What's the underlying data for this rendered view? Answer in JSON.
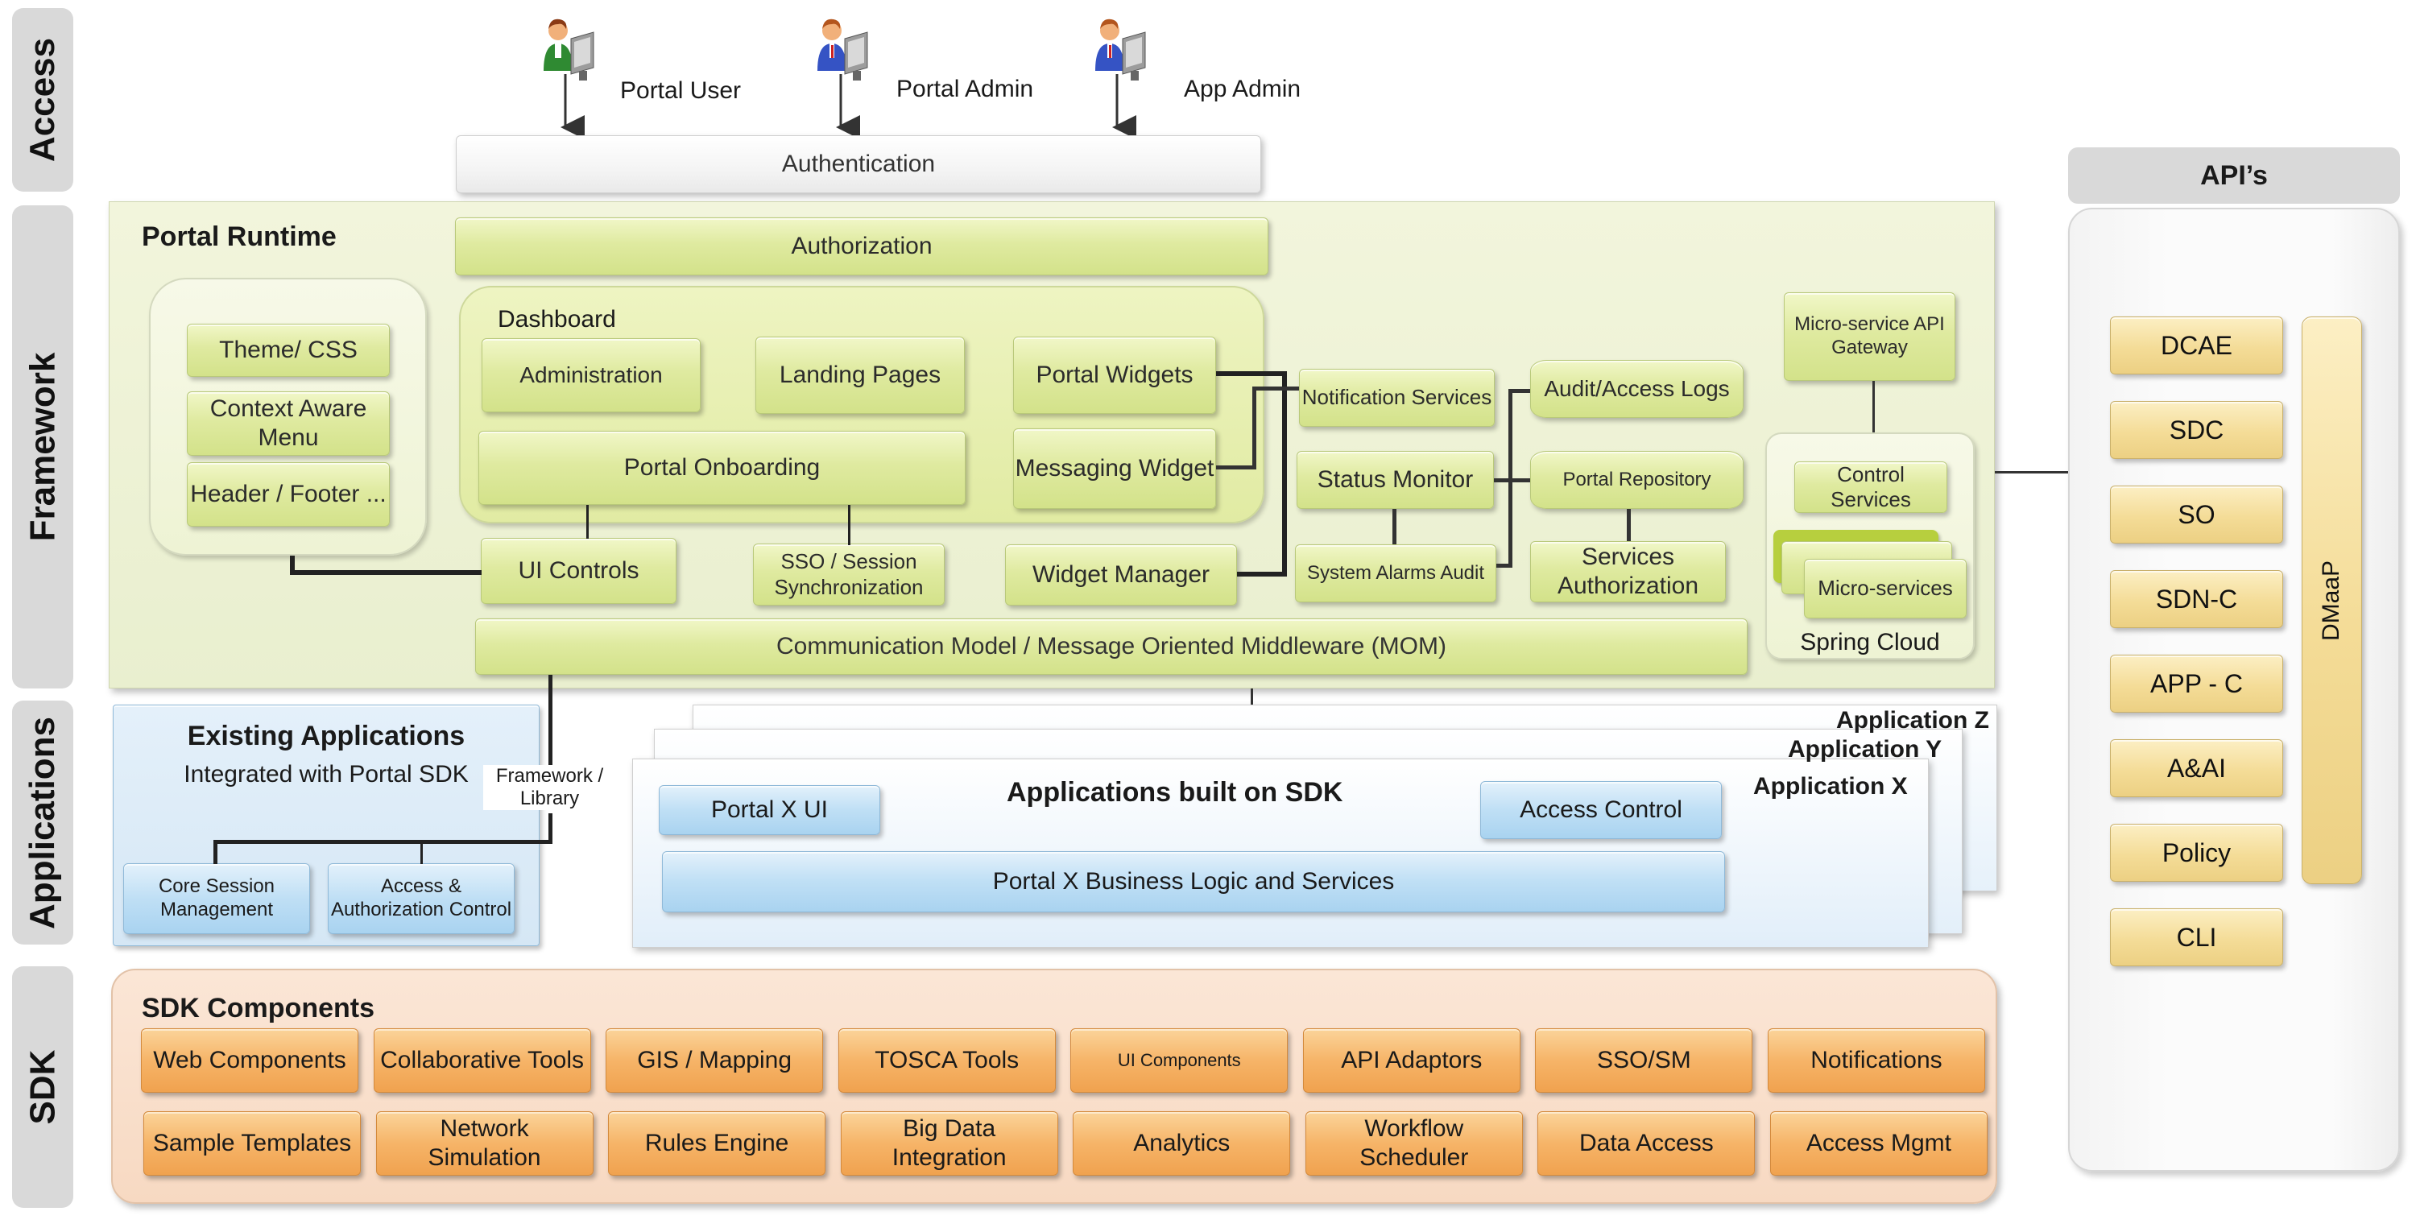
{
  "side_labels": {
    "access": "Access",
    "framework": "Framework",
    "applications": "Applications",
    "sdk": "SDK"
  },
  "access": {
    "users": [
      {
        "label": "Portal User",
        "icon": "user-green-computer-icon"
      },
      {
        "label": "Portal Admin",
        "icon": "user-blue-computer-icon"
      },
      {
        "label": "App Admin",
        "icon": "user-blue-computer-icon"
      }
    ],
    "authentication": "Authentication"
  },
  "framework": {
    "title": "Portal Runtime",
    "authorization": "Authorization",
    "theme_group": [
      "Theme/ CSS",
      "Context Aware Menu",
      "Header / Footer ..."
    ],
    "dashboard": {
      "title": "Dashboard",
      "administration": "Administration",
      "landing_pages": "Landing Pages",
      "portal_widgets": "Portal Widgets",
      "portal_onboarding": "Portal  Onboarding",
      "messaging_widget": "Messaging Widget"
    },
    "ui_controls": "UI Controls",
    "sso_session": "SSO / Session Synchronization",
    "widget_manager": "Widget Manager",
    "notification_services": "Notification Services",
    "status_monitor": "Status Monitor",
    "system_alarms": "System Alarms Audit",
    "audit_logs": "Audit/Access Logs",
    "portal_repository": "Portal Repository",
    "services_authorization": "Services Authorization",
    "microservice_gateway": "Micro-service API Gateway",
    "control_services": "Control Services",
    "microservices": "Micro-services",
    "spring_cloud": "Spring Cloud",
    "communication_model": "Communication  Model / Message Oriented Middleware (MOM)"
  },
  "applications": {
    "existing_title": "Existing Applications",
    "existing_subtitle": "Integrated  with  Portal  SDK",
    "framework_library": "Framework / Library",
    "core_session": "Core Session Management",
    "access_authorization": "Access & Authorization Control",
    "app_z": "Application  Z",
    "app_y": "Application  Y",
    "app_x": "Application  X",
    "built_on_sdk": "Applications built on SDK",
    "portal_x_ui": "Portal  X UI",
    "access_control": "Access Control",
    "business_logic": "Portal  X Business Logic and Services"
  },
  "sdk": {
    "title": "SDK Components",
    "row1": [
      "Web Components",
      "Collaborative Tools",
      "GIS / Mapping",
      "TOSCA Tools",
      "UI Components",
      "API Adaptors",
      "SSO/SM",
      "Notifications"
    ],
    "row2": [
      "Sample Templates",
      "Network Simulation",
      "Rules  Engine",
      "Big Data Integration",
      "Analytics",
      "Workflow Scheduler",
      "Data Access",
      "Access Mgmt"
    ]
  },
  "apis": {
    "title": "API’s",
    "items": [
      "DCAE",
      "SDC",
      "SO",
      "SDN-C",
      "APP - C",
      "A&AI",
      "Policy",
      "CLI"
    ],
    "dmaap": "DMaaP"
  }
}
